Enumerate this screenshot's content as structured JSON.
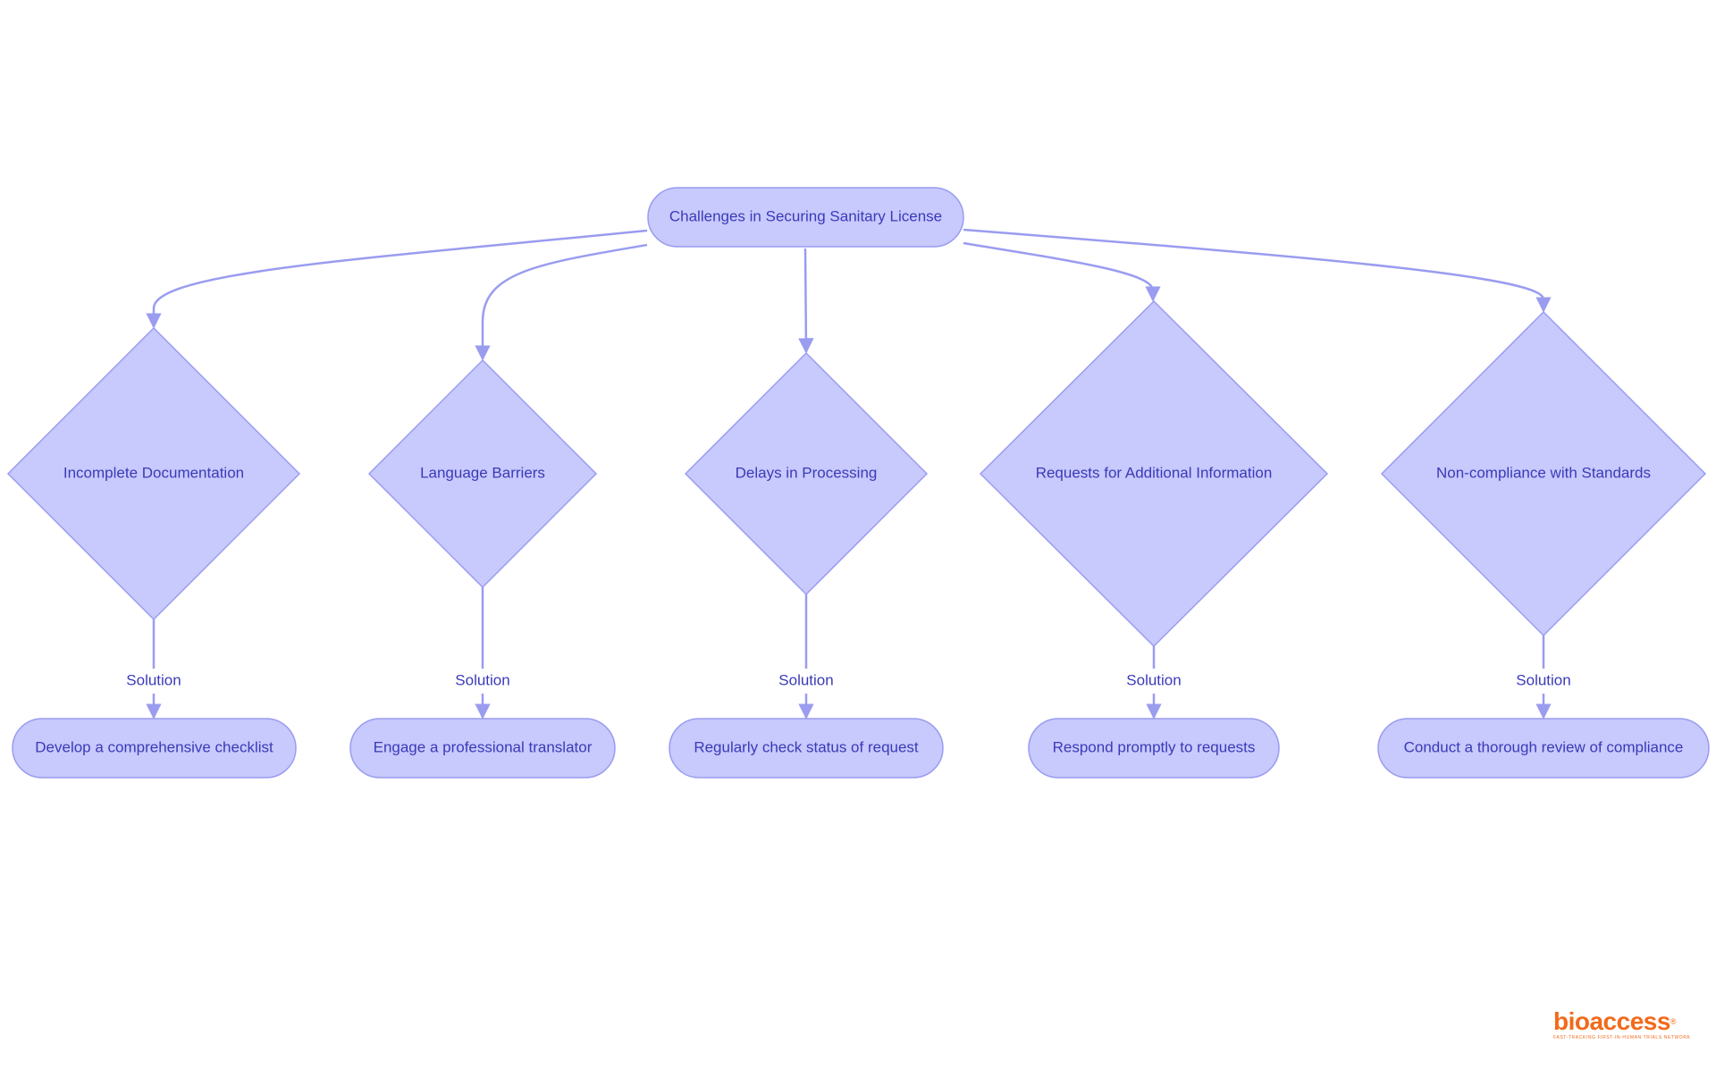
{
  "diagram": {
    "colors": {
      "node_fill": "#c8c9fc",
      "node_stroke": "#9a9cf0",
      "edge": "#9a9cf0",
      "text": "#3a3ab8",
      "logo": "#f26a1b"
    },
    "root": {
      "label": "Challenges in Securing Sanitary License"
    },
    "branches": [
      {
        "challenge": "Incomplete Documentation",
        "edge_label": "Solution",
        "solution": "Develop a comprehensive checklist"
      },
      {
        "challenge": "Language Barriers",
        "edge_label": "Solution",
        "solution": "Engage a professional translator"
      },
      {
        "challenge": "Delays in Processing",
        "edge_label": "Solution",
        "solution": "Regularly check status of request"
      },
      {
        "challenge": "Requests for Additional Information",
        "edge_label": "Solution",
        "solution": "Respond promptly to requests"
      },
      {
        "challenge": "Non-compliance with Standards",
        "edge_label": "Solution",
        "solution": "Conduct a thorough review of compliance"
      }
    ]
  },
  "logo": {
    "brand": "bioaccess",
    "registered": "®",
    "tagline": "FAST-TRACKING FIRST-IN-HUMAN TRIALS NETWORK"
  }
}
